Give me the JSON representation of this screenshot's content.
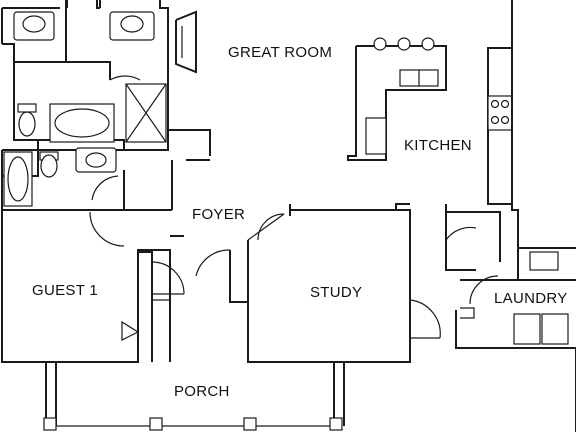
{
  "rooms": {
    "great_room": "GREAT ROOM",
    "kitchen": "KITCHEN",
    "foyer": "FOYER",
    "study": "STUDY",
    "guest1": "GUEST 1",
    "laundry": "LAUNDRY",
    "porch": "PORCH"
  }
}
